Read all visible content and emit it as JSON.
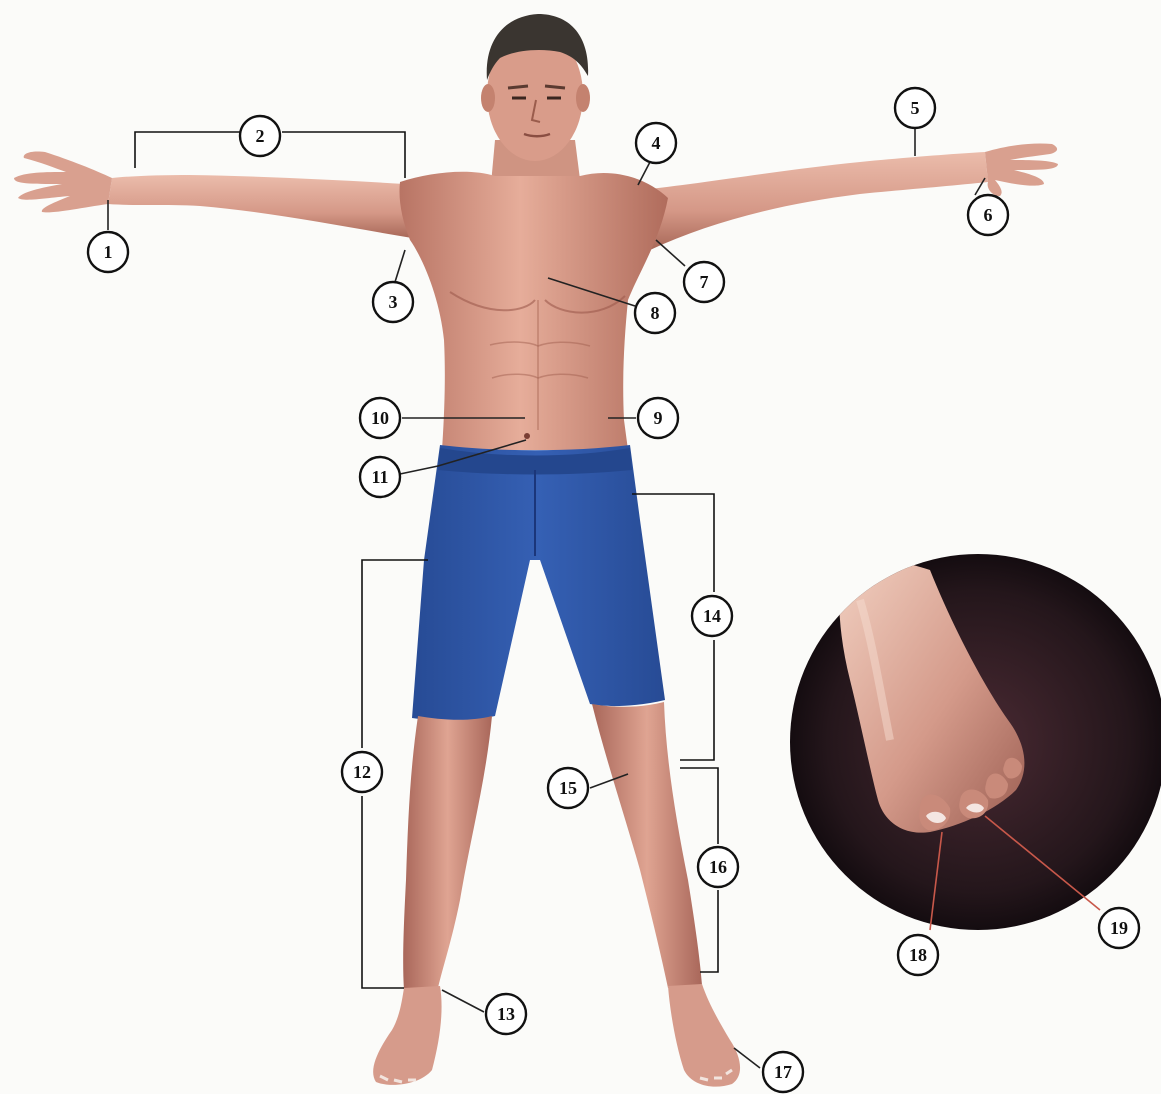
{
  "callouts": [
    {
      "id": "1",
      "label": "1"
    },
    {
      "id": "2",
      "label": "2"
    },
    {
      "id": "3",
      "label": "3"
    },
    {
      "id": "4",
      "label": "4"
    },
    {
      "id": "5",
      "label": "5"
    },
    {
      "id": "6",
      "label": "6"
    },
    {
      "id": "7",
      "label": "7"
    },
    {
      "id": "8",
      "label": "8"
    },
    {
      "id": "9",
      "label": "9"
    },
    {
      "id": "10",
      "label": "10"
    },
    {
      "id": "11",
      "label": "11"
    },
    {
      "id": "12",
      "label": "12"
    },
    {
      "id": "13",
      "label": "13"
    },
    {
      "id": "14",
      "label": "14"
    },
    {
      "id": "15",
      "label": "15"
    },
    {
      "id": "16",
      "label": "16"
    },
    {
      "id": "17",
      "label": "17"
    },
    {
      "id": "18",
      "label": "18"
    },
    {
      "id": "19",
      "label": "19"
    }
  ],
  "colors": {
    "skin": "#d89c8a",
    "skin_shadow": "#a8685a",
    "skin_highlight": "#f3cbbc",
    "hair": "#3a3530",
    "shorts": "#2f58a8",
    "shorts_dark": "#1f3f86",
    "inset_background": "#2a1a20",
    "callout_stroke": "#111111",
    "inset_leader": "#c8584a"
  }
}
